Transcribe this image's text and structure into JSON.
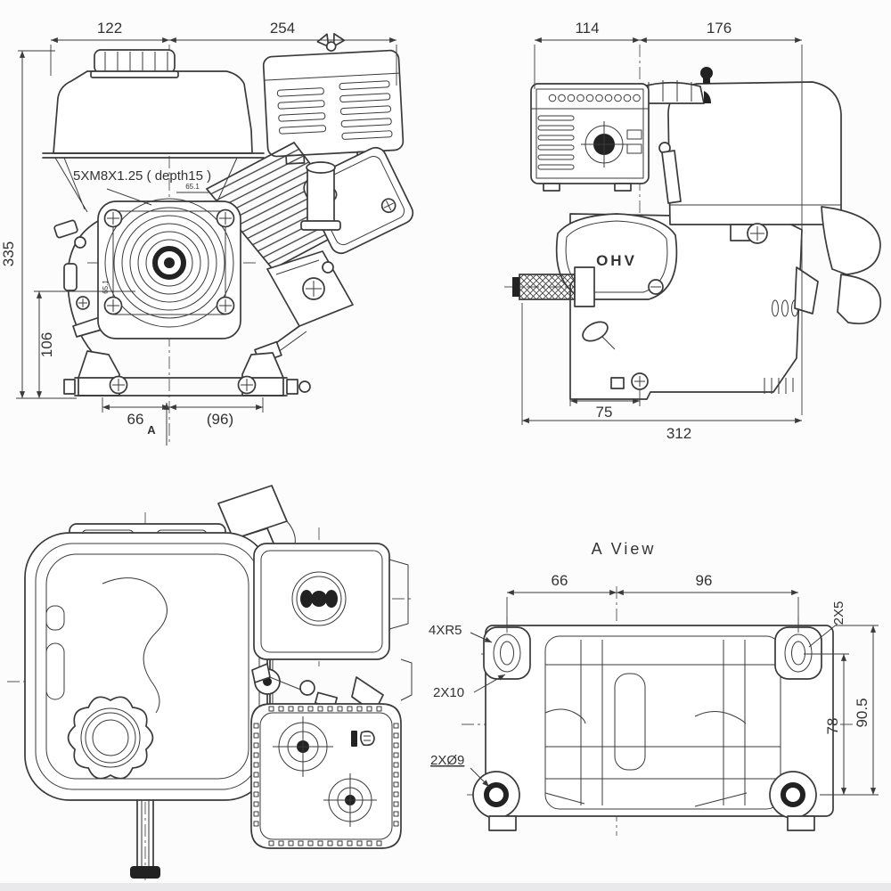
{
  "canvas": {
    "background": "#fcfcfc",
    "line_color": "#3a3a3a",
    "dim_text_color": "#333333",
    "footer_strip_color": "#e9e9eb"
  },
  "front_view": {
    "dim_top_left": "122",
    "dim_top_right": "254",
    "dim_height": "335",
    "dim_height_lower": "106",
    "dim_base_left": "66",
    "dim_base_right": "(96)",
    "thread_note": "5XM8X1.25 ( depth15 )",
    "dim_small_h": "65.1",
    "dim_small_v": "65.1",
    "section_label": "A"
  },
  "side_view": {
    "dim_top_left": "114",
    "dim_top_right": "176",
    "dim_bottom_inner": "75",
    "dim_bottom_total": "312",
    "valve_cover_text": "OHV"
  },
  "a_view": {
    "title": "A View",
    "dim_left": "66",
    "dim_right": "96",
    "note_slot_depth": "2X5",
    "note_corner_radius": "4XR5",
    "note_slot_length": "2X10",
    "note_hole_dia": "2XØ9",
    "dim_height_holes": "78",
    "dim_height_total": "90.5"
  }
}
